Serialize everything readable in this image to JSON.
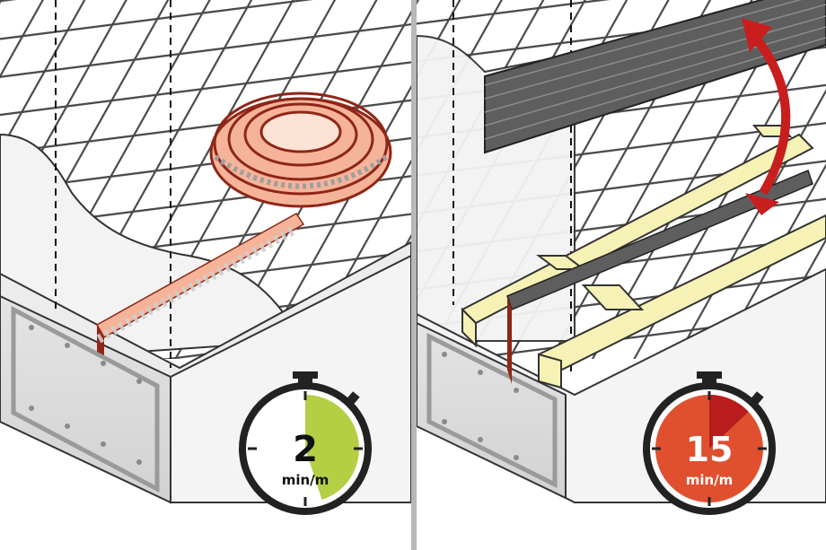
{
  "left_panel": {
    "timer": {
      "value": "2",
      "unit": "min/m",
      "fill_fraction": 0.45,
      "fill_color": "#b5cf45"
    }
  },
  "right_panel": {
    "timer": {
      "value": "15",
      "unit": "min/m",
      "fill_fraction": 0.13,
      "face_color": "#e0502f",
      "accent_color": "#b81c1c"
    }
  },
  "colors": {
    "divider": "#b8b8b8",
    "mesh": "#4a4a4a",
    "concrete_light": "#f1f1f1",
    "concrete_dark": "#d9d9d9",
    "tape": "#f5b49a",
    "tape_edge": "#8f2617",
    "formwork_timber": "#f6f2b5",
    "waterstop": "#5e5e5e",
    "arrow": "#c81e1e"
  }
}
